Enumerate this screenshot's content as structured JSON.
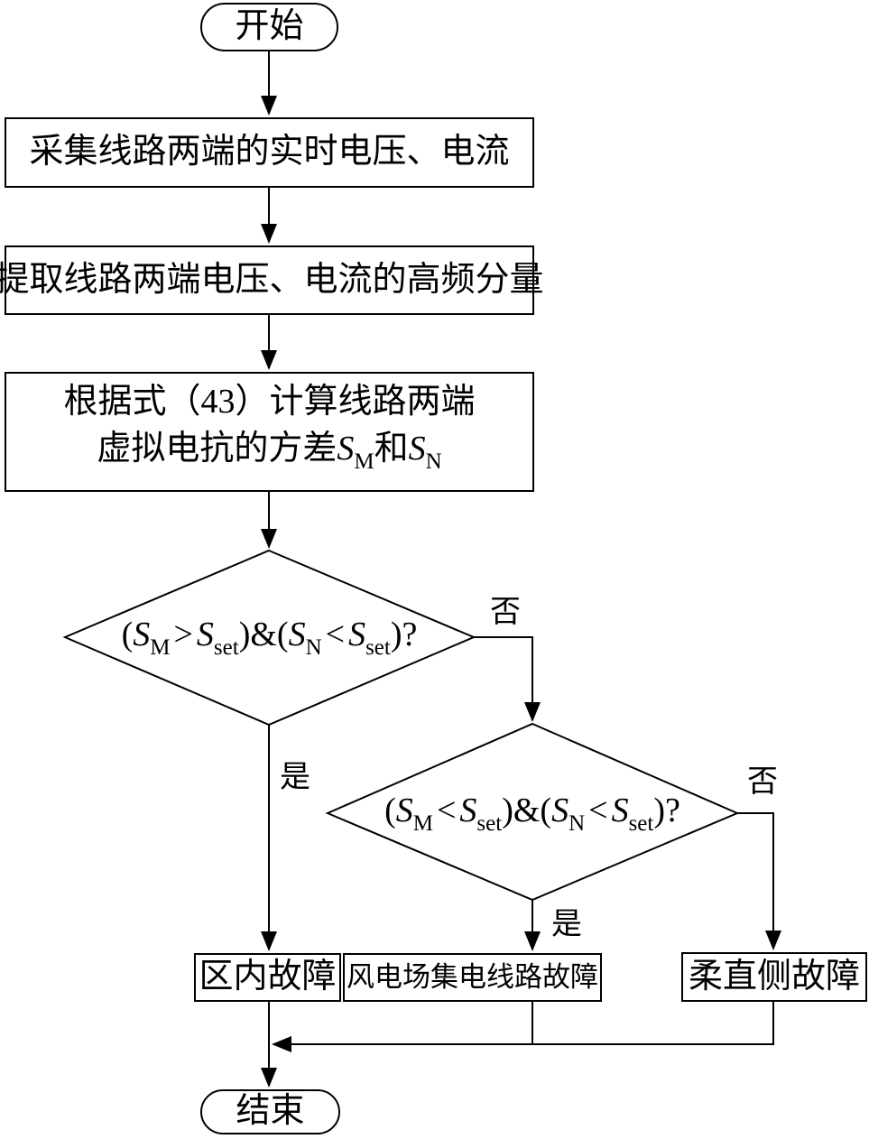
{
  "flowchart": {
    "start_label": "开始",
    "end_label": "结束",
    "process_steps": {
      "collect": {
        "label": "采集线路两端的实时电压、电流"
      },
      "extract": {
        "label": "提取线路两端电压、电流的高频分量"
      },
      "compute": {
        "line1": "根据式（43）计算线路两端",
        "line2_tokens": [
          {
            "kind": "plain",
            "text": "虚拟电抗的方差"
          },
          {
            "kind": "var",
            "text": "S"
          },
          {
            "kind": "sub",
            "text": "M"
          },
          {
            "kind": "plain",
            "text": "和"
          },
          {
            "kind": "var",
            "text": "S"
          },
          {
            "kind": "sub",
            "text": "N"
          }
        ]
      }
    },
    "decisions": {
      "d1": {
        "condition_tokens": [
          {
            "kind": "plain",
            "text": "("
          },
          {
            "kind": "var",
            "text": "S"
          },
          {
            "kind": "sub",
            "text": "M"
          },
          {
            "kind": "op",
            "text": ">"
          },
          {
            "kind": "var",
            "text": "S"
          },
          {
            "kind": "sub",
            "text": "set"
          },
          {
            "kind": "plain",
            "text": ")&("
          },
          {
            "kind": "var",
            "text": "S"
          },
          {
            "kind": "sub",
            "text": "N"
          },
          {
            "kind": "op",
            "text": "<"
          },
          {
            "kind": "var",
            "text": "S"
          },
          {
            "kind": "sub",
            "text": "set"
          },
          {
            "kind": "plain",
            "text": ")?"
          }
        ],
        "yes_label": "是",
        "no_label": "否"
      },
      "d2": {
        "condition_tokens": [
          {
            "kind": "plain",
            "text": "("
          },
          {
            "kind": "var",
            "text": "S"
          },
          {
            "kind": "sub",
            "text": "M"
          },
          {
            "kind": "op",
            "text": "<"
          },
          {
            "kind": "var",
            "text": "S"
          },
          {
            "kind": "sub",
            "text": "set"
          },
          {
            "kind": "plain",
            "text": ")&("
          },
          {
            "kind": "var",
            "text": "S"
          },
          {
            "kind": "sub",
            "text": "N"
          },
          {
            "kind": "op",
            "text": "<"
          },
          {
            "kind": "var",
            "text": "S"
          },
          {
            "kind": "sub",
            "text": "set"
          },
          {
            "kind": "plain",
            "text": ")?"
          }
        ],
        "yes_label": "是",
        "no_label": "否"
      }
    },
    "results": {
      "internal": {
        "label": "区内故障"
      },
      "windfarm": {
        "label": "风电场集电线路故障"
      },
      "vsc": {
        "label": "柔直侧故障"
      }
    },
    "line_color": "#000000",
    "background_color": "#ffffff"
  }
}
